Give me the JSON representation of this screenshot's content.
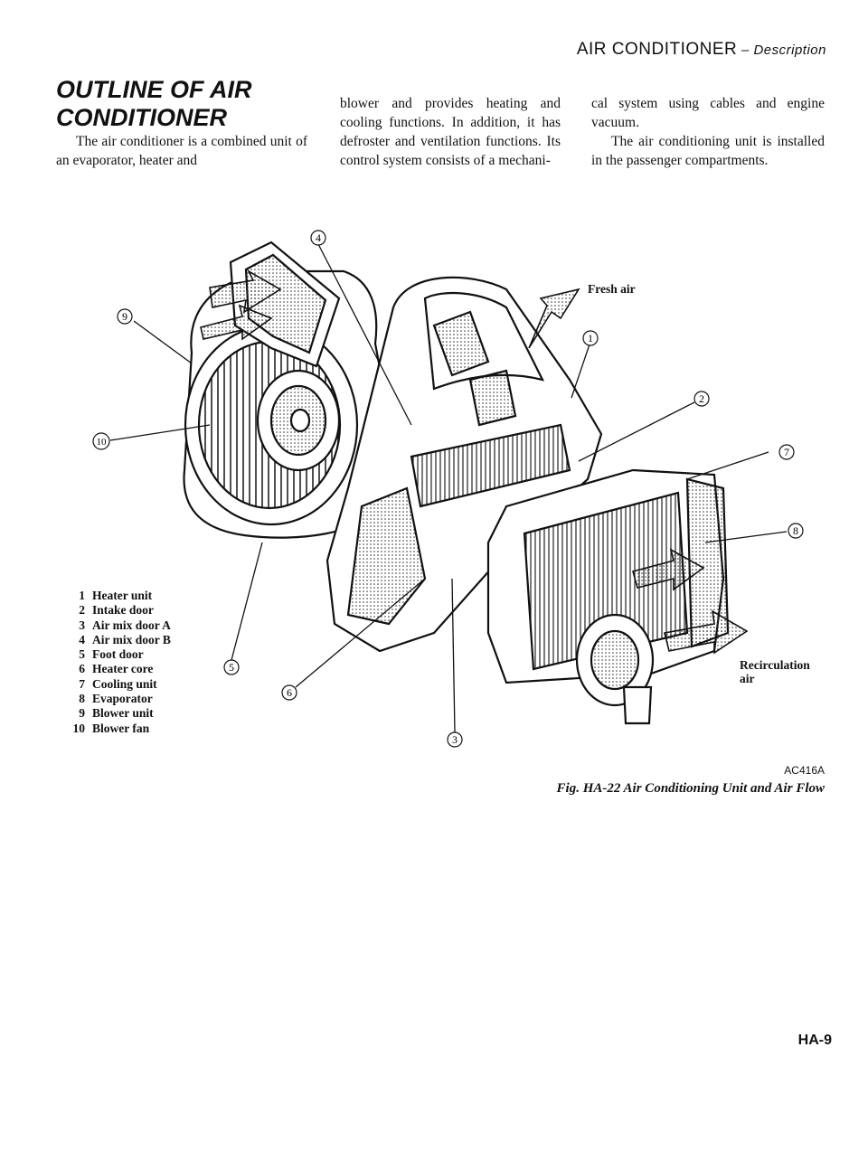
{
  "header": {
    "main": "AIR CONDITIONER",
    "sub": " – Description"
  },
  "section_title": {
    "line1": "OUTLINE OF AIR",
    "line2": "CONDITIONER"
  },
  "body": {
    "col1": "The air conditioner is a combined unit of an evaporator, heater and",
    "col2": "blower and provides heating and cooling functions. In addition, it has defroster and ventilation functions. Its control system consists of a mechani-",
    "col3_p1": "cal system using cables and engine vacuum.",
    "col3_p2": "The air conditioning unit is installed in the passenger compartments."
  },
  "legend": [
    {
      "num": "1",
      "label": "Heater unit"
    },
    {
      "num": "2",
      "label": "Intake door"
    },
    {
      "num": "3",
      "label": "Air mix door A"
    },
    {
      "num": "4",
      "label": "Air mix door B"
    },
    {
      "num": "5",
      "label": "Foot door"
    },
    {
      "num": "6",
      "label": "Heater core"
    },
    {
      "num": "7",
      "label": "Cooling unit"
    },
    {
      "num": "8",
      "label": "Evaporator"
    },
    {
      "num": "9",
      "label": "Blower unit"
    },
    {
      "num": "10",
      "label": "Blower fan"
    }
  ],
  "callouts": {
    "c1": "1",
    "c2": "2",
    "c3": "3",
    "c4": "4",
    "c5": "5",
    "c6": "6",
    "c7": "7",
    "c8": "8",
    "c9": "9",
    "c10": "10"
  },
  "labels": {
    "fresh_air": "Fresh air",
    "recirc_1": "Recirculation",
    "recirc_2": "air"
  },
  "figure": {
    "code": "AC416A",
    "caption": "Fig. HA-22 Air Conditioning Unit and Air Flow"
  },
  "page_number": "HA-9"
}
